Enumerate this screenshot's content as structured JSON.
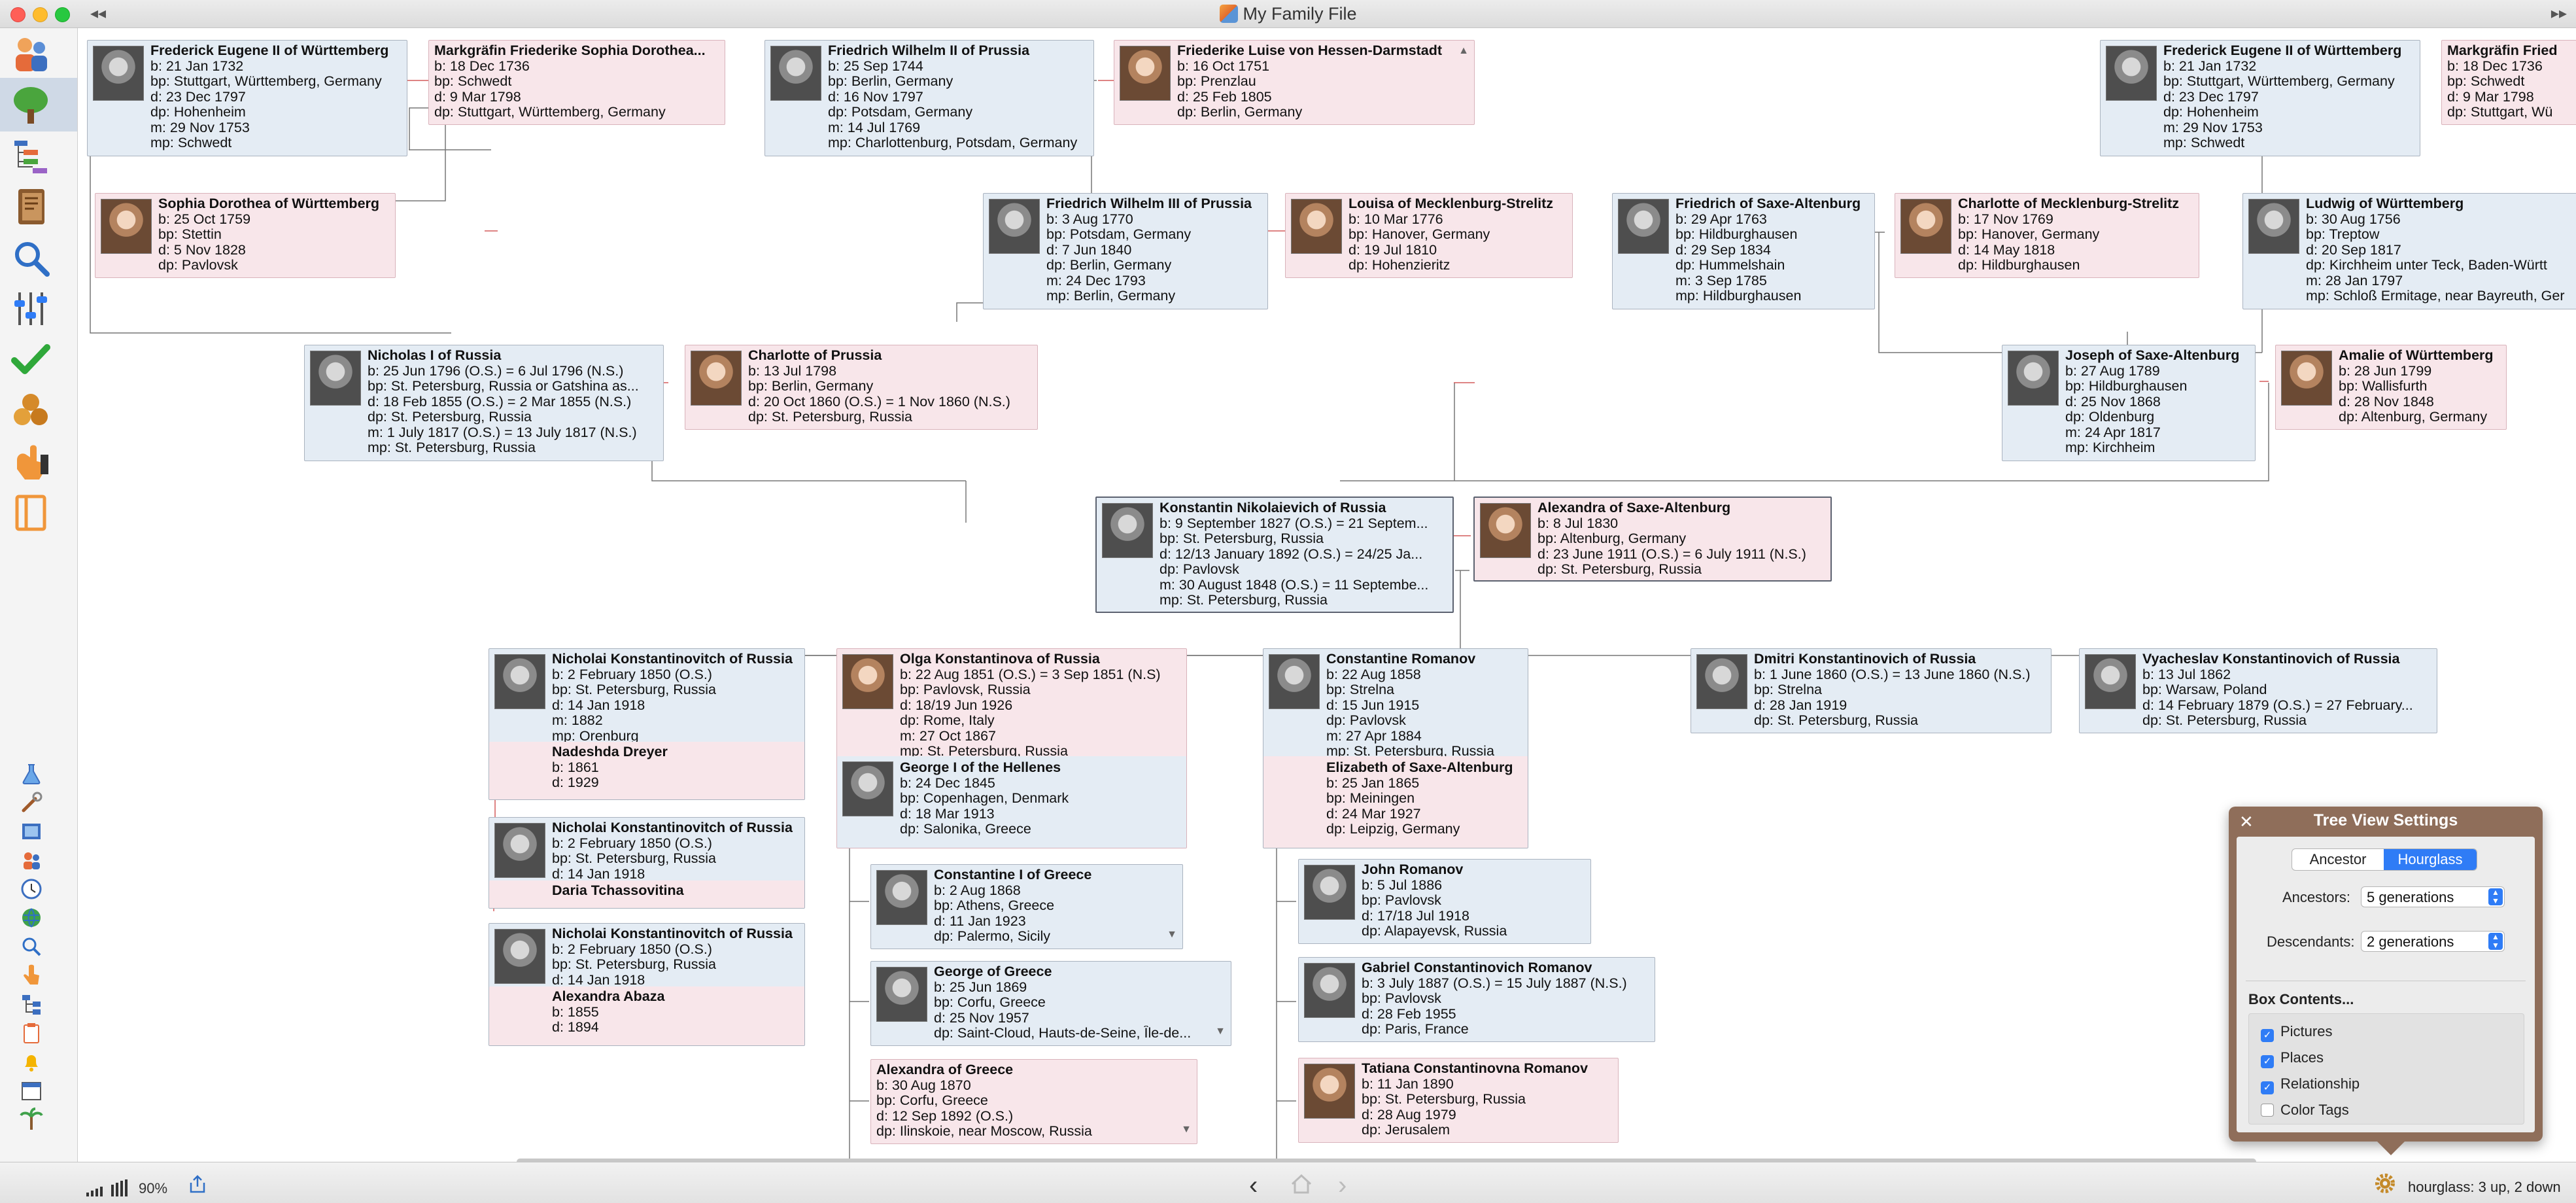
{
  "window": {
    "title": "My Family File"
  },
  "toolbar": {
    "zoom": "90%",
    "status": "hourglass: 3 up, 2 down"
  },
  "persons": {
    "fe1": {
      "name": "Frederick Eugene II of Württemberg",
      "lines": [
        "b: 21 Jan 1732",
        "bp: Stuttgart, Württemberg, Germany",
        "d: 23 Dec 1797",
        "dp: Hohenheim",
        "m: 29 Nov 1753",
        "mp: Schwedt"
      ]
    },
    "mf1": {
      "name": "Markgräfin Friederike Sophia Dorothea...",
      "lines": [
        "b: 18 Dec 1736",
        "bp: Schwedt",
        "d: 9 Mar 1798",
        "dp: Stuttgart, Württemberg, Germany"
      ]
    },
    "fw2": {
      "name": "Friedrich Wilhelm II of Prussia",
      "lines": [
        "b: 25 Sep 1744",
        "bp: Berlin, Germany",
        "d: 16 Nov 1797",
        "dp: Potsdam, Germany",
        "m: 14 Jul 1769",
        "mp: Charlottenburg, Potsdam, Germany"
      ]
    },
    "flh": {
      "name": "Friederike Luise von Hessen-Darmstadt",
      "lines": [
        "b: 16 Oct 1751",
        "bp: Prenzlau",
        "d: 25 Feb 1805",
        "dp: Berlin, Germany"
      ]
    },
    "fe2": {
      "name": "Frederick Eugene II of Württemberg",
      "lines": [
        "b: 21 Jan 1732",
        "bp: Stuttgart, Württemberg, Germany",
        "d: 23 Dec 1797",
        "dp: Hohenheim",
        "m: 29 Nov 1753",
        "mp: Schwedt"
      ]
    },
    "mf2": {
      "name": "Markgräfin Fried",
      "lines": [
        "b: 18 Dec 1736",
        "bp: Schwedt",
        "d: 9 Mar 1798",
        "dp: Stuttgart, Wü"
      ]
    },
    "sdw": {
      "name": "Sophia Dorothea of Württemberg",
      "lines": [
        "b: 25 Oct 1759",
        "bp: Stettin",
        "d: 5 Nov 1828",
        "dp: Pavlovsk"
      ]
    },
    "fw3": {
      "name": "Friedrich Wilhelm III of Prussia",
      "lines": [
        "b: 3 Aug 1770",
        "bp: Potsdam, Germany",
        "d: 7 Jun 1840",
        "dp: Berlin, Germany",
        "m: 24 Dec 1793",
        "mp: Berlin, Germany"
      ]
    },
    "lms": {
      "name": "Louisa of Mecklenburg-Strelitz",
      "lines": [
        "b: 10 Mar 1776",
        "bp: Hanover, Germany",
        "d: 19 Jul 1810",
        "dp: Hohenzieritz"
      ]
    },
    "fsa": {
      "name": "Friedrich of Saxe-Altenburg",
      "lines": [
        "b: 29 Apr 1763",
        "bp: Hildburghausen",
        "d: 29 Sep 1834",
        "dp: Hummelshain",
        "m: 3 Sep 1785",
        "mp: Hildburghausen"
      ]
    },
    "cms": {
      "name": "Charlotte of Mecklenburg-Strelitz",
      "lines": [
        "b: 17 Nov 1769",
        "bp: Hanover, Germany",
        "d: 14 May 1818",
        "dp: Hildburghausen"
      ]
    },
    "lwu": {
      "name": "Ludwig of Württemberg",
      "lines": [
        "b: 30 Aug 1756",
        "bp: Treptow",
        "d: 20 Sep 1817",
        "dp: Kirchheim unter Teck, Baden-Württ",
        "m: 28 Jan 1797",
        "mp: Schloß Ermitage, near Bayreuth, Ger"
      ]
    },
    "nic": {
      "name": "Nicholas I of Russia",
      "lines": [
        "b: 25 Jun 1796 (O.S.) = 6 Jul 1796 (N.S.)",
        "bp: St. Petersburg, Russia or Gatshina as...",
        "d: 18 Feb 1855 (O.S.) = 2 Mar 1855 (N.S.)",
        "dp: St. Petersburg, Russia",
        "m: 1 July 1817 (O.S.) = 13 July 1817 (N.S.)",
        "mp: St. Petersburg, Russia"
      ]
    },
    "cpr": {
      "name": "Charlotte of Prussia",
      "lines": [
        "b: 13 Jul 1798",
        "bp: Berlin, Germany",
        "d: 20 Oct 1860 (O.S.) = 1 Nov 1860 (N.S.)",
        "dp: St. Petersburg, Russia"
      ]
    },
    "jsa": {
      "name": "Joseph of Saxe-Altenburg",
      "lines": [
        "b: 27 Aug 1789",
        "bp: Hildburghausen",
        "d: 25 Nov 1868",
        "dp: Oldenburg",
        "m: 24 Apr 1817",
        "mp: Kirchheim"
      ]
    },
    "amw": {
      "name": "Amalie of Württemberg",
      "lines": [
        "b: 28 Jun 1799",
        "bp: Wallisfurth",
        "d: 28 Nov 1848",
        "dp: Altenburg, Germany"
      ]
    },
    "kon": {
      "name": "Konstantin Nikolaievich of Russia",
      "lines": [
        "b: 9 September 1827 (O.S.) = 21 Septem...",
        "bp: St. Petersburg, Russia",
        "d: 12/13 January 1892 (O.S.) = 24/25 Ja...",
        "dp: Pavlovsk",
        "m: 30 August 1848 (O.S.) = 11 Septembe...",
        "mp: St. Petersburg, Russia"
      ]
    },
    "asa": {
      "name": "Alexandra of Saxe-Altenburg",
      "lines": [
        "b: 8 Jul 1830",
        "bp: Altenburg, Germany",
        "d: 23 June 1911 (O.S.) = 6 July 1911 (N.S.)",
        "dp: St. Petersburg, Russia"
      ]
    },
    "nk1": {
      "name": "Nicholai Konstantinovitch of Russia",
      "lines": [
        "b: 2 February 1850 (O.S.)",
        "bp: St. Petersburg, Russia",
        "d: 14 Jan 1918",
        "m: 1882",
        "mp: Orenburg"
      ],
      "spouse": {
        "name": "Nadeshda Dreyer",
        "lines": [
          "b: 1861",
          "d: 1929"
        ]
      }
    },
    "olg": {
      "name": "Olga Konstantinova of Russia",
      "lines": [
        "b: 22 Aug 1851 (O.S.) = 3 Sep 1851 (N.S)",
        "bp: Pavlovsk, Russia",
        "d: 18/19 Jun 1926",
        "dp: Rome, Italy",
        "m: 27 Oct 1867",
        "mp: St. Petersburg, Russia"
      ]
    },
    "geo": {
      "name": "George I of the Hellenes",
      "lines": [
        "b: 24 Dec 1845",
        "bp: Copenhagen, Denmark",
        "d: 18 Mar 1913",
        "dp: Salonika, Greece"
      ]
    },
    "con": {
      "name": "Constantine Romanov",
      "lines": [
        "b: 22 Aug 1858",
        "bp: Strelna",
        "d: 15 Jun 1915",
        "dp: Pavlovsk",
        "m: 27 Apr 1884",
        "mp: St. Petersburg, Russia"
      ]
    },
    "esa": {
      "name": "Elizabeth of Saxe-Altenburg",
      "lines": [
        "b: 25 Jan 1865",
        "bp: Meiningen",
        "d: 24 Mar 1927",
        "dp: Leipzig, Germany"
      ]
    },
    "dmi": {
      "name": "Dmitri Konstantinovich of Russia",
      "lines": [
        "b: 1 June 1860 (O.S.) = 13 June 1860 (N.S.)",
        "bp: Strelna",
        "d: 28 Jan 1919",
        "dp: St. Petersburg, Russia"
      ]
    },
    "vya": {
      "name": "Vyacheslav Konstantinovich of Russia",
      "lines": [
        "b: 13 Jul 1862",
        "bp: Warsaw, Poland",
        "d: 14 February 1879 (O.S.) = 27 February...",
        "dp: St. Petersburg, Russia"
      ]
    },
    "nk2": {
      "name": "Nicholai Konstantinovitch of Russia",
      "lines": [
        "b: 2 February 1850 (O.S.)",
        "bp: St. Petersburg, Russia",
        "d: 14 Jan 1918"
      ],
      "spouse": {
        "name": "Daria Tchassovitina",
        "lines": []
      }
    },
    "nk3": {
      "name": "Nicholai Konstantinovitch of Russia",
      "lines": [
        "b: 2 February 1850 (O.S.)",
        "bp: St. Petersburg, Russia",
        "d: 14 Jan 1918"
      ],
      "spouse": {
        "name": "Alexandra Abaza",
        "lines": [
          "b: 1855",
          "d: 1894"
        ]
      }
    },
    "cig": {
      "name": "Constantine I of Greece",
      "lines": [
        "b: 2 Aug 1868",
        "bp: Athens, Greece",
        "d: 11 Jan 1923",
        "dp: Palermo, Sicily"
      ]
    },
    "gog": {
      "name": "George of Greece",
      "lines": [
        "b: 25 Jun 1869",
        "bp: Corfu, Greece",
        "d: 25 Nov 1957",
        "dp: Saint-Cloud, Hauts-de-Seine, Île-de..."
      ]
    },
    "aog": {
      "name": "Alexandra of Greece",
      "lines": [
        "b: 30 Aug 1870",
        "bp: Corfu, Greece",
        "d: 12 Sep 1892 (O.S.)",
        "dp: Ilinskoie, near Moscow, Russia"
      ]
    },
    "jro": {
      "name": "John Romanov",
      "lines": [
        "b: 5 Jul 1886",
        "bp: Pavlovsk",
        "d: 17/18 Jul 1918",
        "dp: Alapayevsk, Russia"
      ]
    },
    "gcr": {
      "name": "Gabriel Constantinovich Romanov",
      "lines": [
        "b: 3 July 1887 (O.S.) = 15 July 1887 (N.S.)",
        "bp: Pavlovsk",
        "d: 28 Feb 1955",
        "dp: Paris, France"
      ]
    },
    "tcr": {
      "name": "Tatiana Constantinovna Romanov",
      "lines": [
        "b: 11 Jan 1890",
        "bp: St. Petersburg, Russia",
        "d: 28 Aug 1979",
        "dp: Jerusalem"
      ]
    }
  },
  "settings": {
    "title": "Tree View Settings",
    "close_glyph": "✕",
    "modes": [
      "Ancestor",
      "Hourglass"
    ],
    "selected_mode": "Hourglass",
    "ancestors_label": "Ancestors:",
    "ancestors_value": "5 generations",
    "descendants_label": "Descendants:",
    "descendants_value": "2 generations",
    "box_contents_label": "Box Contents...",
    "options": [
      {
        "label": "Pictures",
        "checked": true
      },
      {
        "label": "Places",
        "checked": true
      },
      {
        "label": "Relationship",
        "checked": true
      },
      {
        "label": "Color Tags",
        "checked": false
      }
    ]
  },
  "nav": {
    "back": "‹",
    "forward": "›",
    "collapse_left": "◂◂",
    "collapse_right": "▸▸"
  },
  "help": "?"
}
